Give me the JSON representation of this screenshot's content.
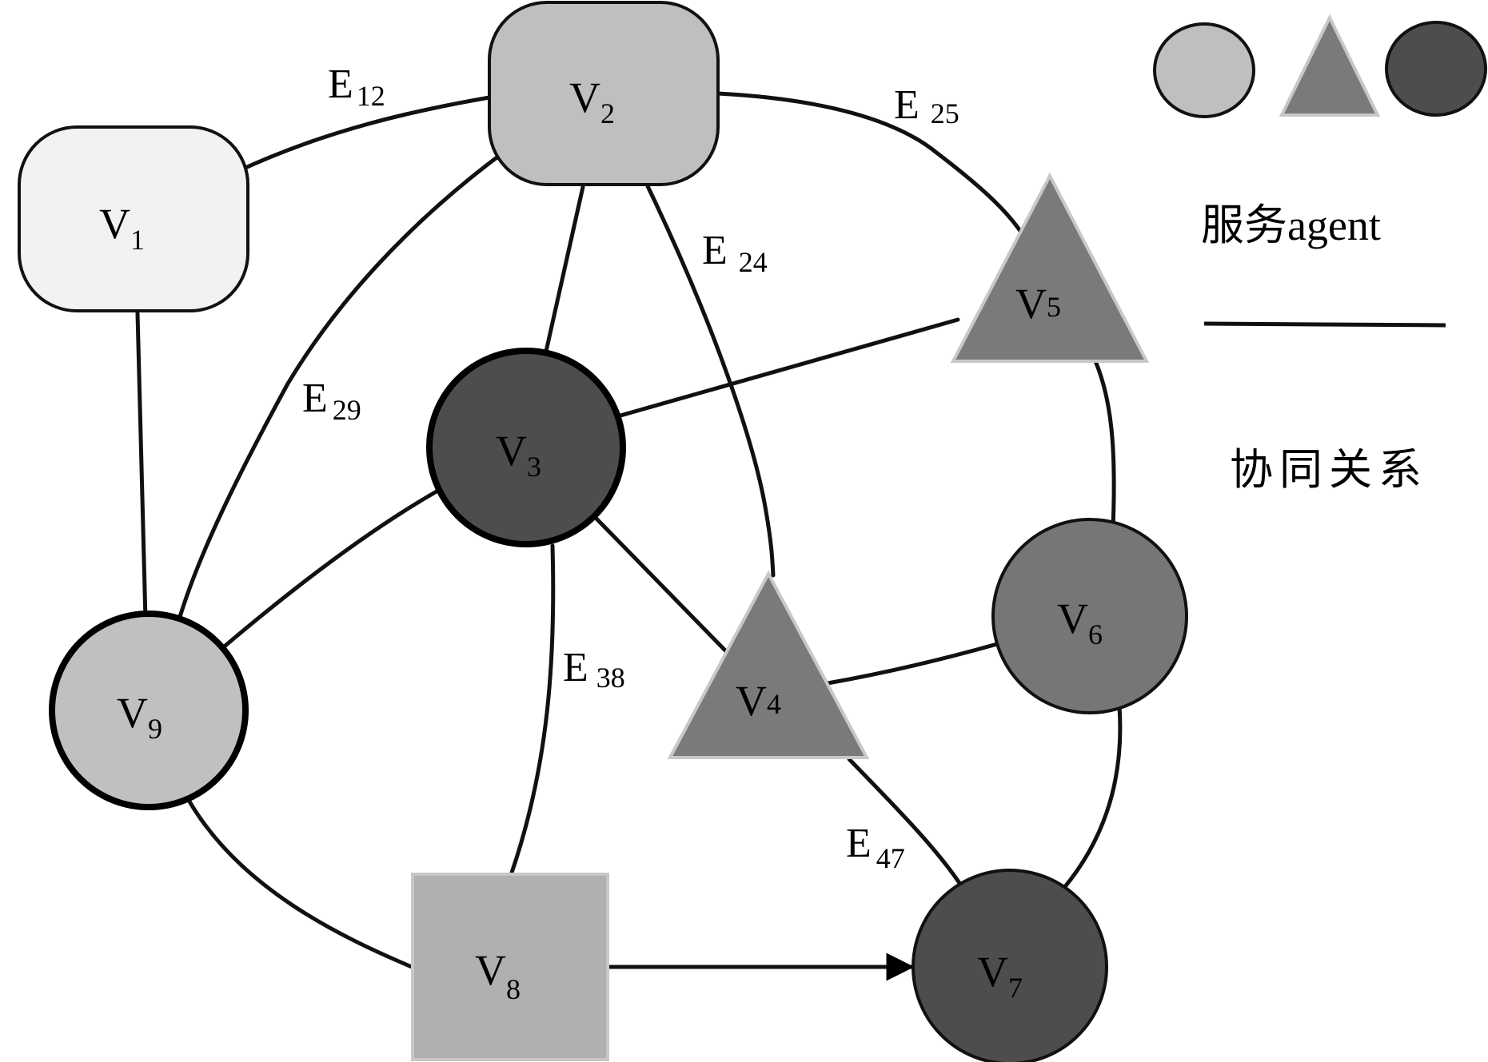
{
  "diagram": {
    "nodes": [
      {
        "id": "v1",
        "main": "V",
        "sub": "1",
        "shape": "rounded-rect",
        "fill": "#f2f2f2"
      },
      {
        "id": "v2",
        "main": "V",
        "sub": "2",
        "shape": "rounded-rect",
        "fill": "#bfbfbf"
      },
      {
        "id": "v3",
        "main": "V",
        "sub": "3",
        "shape": "circle",
        "fill": "#4d4d4d"
      },
      {
        "id": "v4",
        "main": "V",
        "sub": "4",
        "shape": "triangle",
        "fill": "#7a7a7a"
      },
      {
        "id": "v5",
        "main": "V",
        "sub": "5",
        "shape": "triangle",
        "fill": "#7a7a7a"
      },
      {
        "id": "v6",
        "main": "V",
        "sub": "6",
        "shape": "circle",
        "fill": "#767676"
      },
      {
        "id": "v7",
        "main": "V",
        "sub": "7",
        "shape": "circle",
        "fill": "#4d4d4d"
      },
      {
        "id": "v8",
        "main": "V",
        "sub": "8",
        "shape": "square",
        "fill": "#b0b0b0"
      },
      {
        "id": "v9",
        "main": "V",
        "sub": "9",
        "shape": "circle",
        "fill": "#c0c0c0"
      }
    ],
    "edge_labels": [
      {
        "id": "e12",
        "main": "E",
        "sub": "12"
      },
      {
        "id": "e25",
        "main": "E",
        "sub": "25"
      },
      {
        "id": "e24",
        "main": "E",
        "sub": "24"
      },
      {
        "id": "e29",
        "main": "E",
        "sub": "29"
      },
      {
        "id": "e38",
        "main": "E",
        "sub": "38"
      },
      {
        "id": "e47",
        "main": "E",
        "sub": "47"
      }
    ],
    "edges": [
      {
        "from": "v1",
        "to": "v2",
        "label": "E12"
      },
      {
        "from": "v2",
        "to": "v5",
        "label": "E25"
      },
      {
        "from": "v2",
        "to": "v4",
        "label": "E24"
      },
      {
        "from": "v2",
        "to": "v9",
        "label": "E29"
      },
      {
        "from": "v2",
        "to": "v3"
      },
      {
        "from": "v1",
        "to": "v9"
      },
      {
        "from": "v3",
        "to": "v5"
      },
      {
        "from": "v3",
        "to": "v9"
      },
      {
        "from": "v3",
        "to": "v4"
      },
      {
        "from": "v3",
        "to": "v8",
        "label": "E38"
      },
      {
        "from": "v5",
        "to": "v6"
      },
      {
        "from": "v4",
        "to": "v6"
      },
      {
        "from": "v6",
        "to": "v7"
      },
      {
        "from": "v4",
        "to": "v7",
        "label": "E47"
      },
      {
        "from": "v9",
        "to": "v8"
      },
      {
        "from": "v8",
        "to": "v7",
        "directed": true
      }
    ]
  },
  "legend": {
    "service_agent_label": "服务agent",
    "collaboration_label": "协同关系",
    "shape_colors": [
      "#bfbfbf",
      "#7a7a7a",
      "#4d4d4d"
    ]
  }
}
